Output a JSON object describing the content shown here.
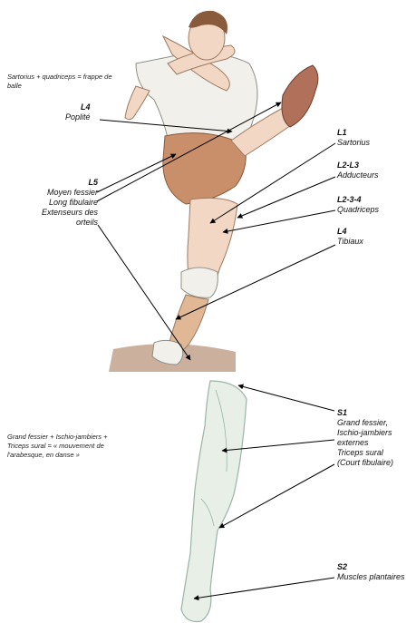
{
  "notes": {
    "top": "Sartorius + quadriceps = frappe de balle",
    "bottom": "Grand fessier + Ischio-jambiers + Triceps sural = « mouvement de l'arabesque, en danse »"
  },
  "labels": {
    "l4_poplite": {
      "level": "L4",
      "text": "Poplité"
    },
    "l5": {
      "level": "L5",
      "lines": [
        "Moyen fessier",
        "Long fibulaire",
        "Extenseurs des",
        "orteils"
      ]
    },
    "l1": {
      "level": "L1",
      "text": "Sartorius"
    },
    "l2l3": {
      "level": "L2-L3",
      "text": "Adducteurs"
    },
    "l234": {
      "level": "L2-3-4",
      "text": "Quadriceps"
    },
    "l4_tib": {
      "level": "L4",
      "text": "Tibiaux"
    },
    "s1": {
      "level": "S1",
      "lines": [
        "Grand fessier,",
        "Ischio-jambiers",
        "externes",
        "Triceps sural",
        "(Court fibulaire)"
      ]
    },
    "s2": {
      "level": "S2",
      "text": "Muscles plantaires"
    }
  },
  "colors": {
    "skin": "#f2d8c4",
    "shorts": "#c98f6a",
    "shirt": "#f1f0ea",
    "hair": "#8a5a3c",
    "boot": "#b0705a",
    "ground": "#a0704e",
    "leg_back": "#e8efe7",
    "leg_outline": "#9ab3a6"
  }
}
